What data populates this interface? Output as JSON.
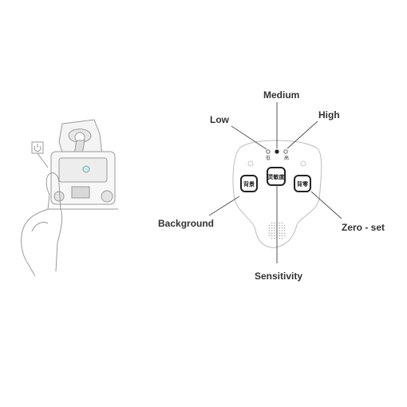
{
  "callouts": {
    "medium": "Medium",
    "low": "Low",
    "high": "High",
    "background": "Background",
    "zero_set": "Zero - set",
    "sensitivity": "Sensitivity"
  },
  "panel": {
    "lamp_low": "低",
    "lamp_high": "高",
    "btn_background": "背景",
    "btn_sensitivity": "灵敏度",
    "btn_zero": "背零"
  },
  "colors": {
    "line": "#555555",
    "outline": "#bbbbbb",
    "button": "#222222"
  }
}
